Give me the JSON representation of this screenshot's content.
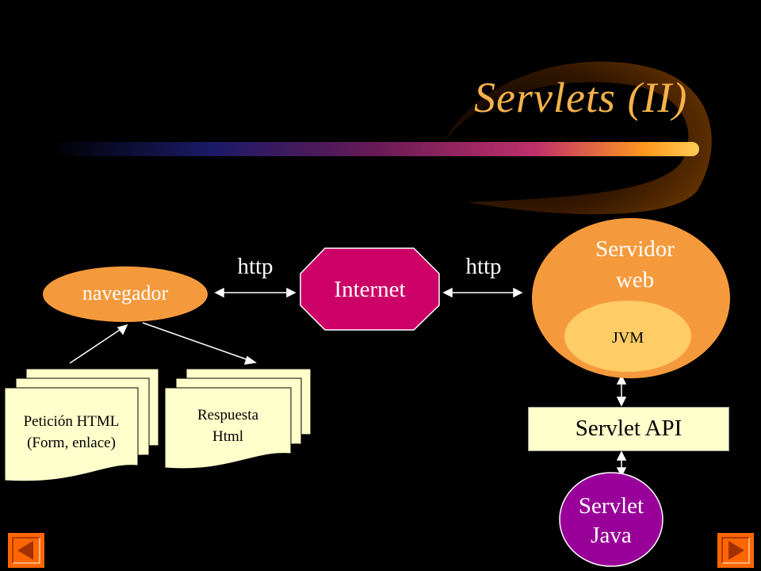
{
  "slide": {
    "title": "Servlets (II)",
    "colors": {
      "background": "#000000",
      "title": "#f5b24a",
      "orange": "#f59a3c",
      "internet": "#cc0066",
      "servlet": "#990099",
      "paper": "#ffffcc"
    }
  },
  "diagram": {
    "navegador": "navegador",
    "internet": "Internet",
    "http_left": "http",
    "http_right": "http",
    "servidor_line1": "Servidor",
    "servidor_line2": "web",
    "jvm": "JVM",
    "servlet_api": "Servlet API",
    "servlet_line1": "Servlet",
    "servlet_line2": "Java",
    "peticion_line1": "Petición HTML",
    "peticion_line2": "(Form, enlace)",
    "respuesta_line1": "Respuesta",
    "respuesta_line2": "Html"
  },
  "navigation": {
    "prev_icon": "triangle-left-icon",
    "next_icon": "triangle-right-icon"
  }
}
